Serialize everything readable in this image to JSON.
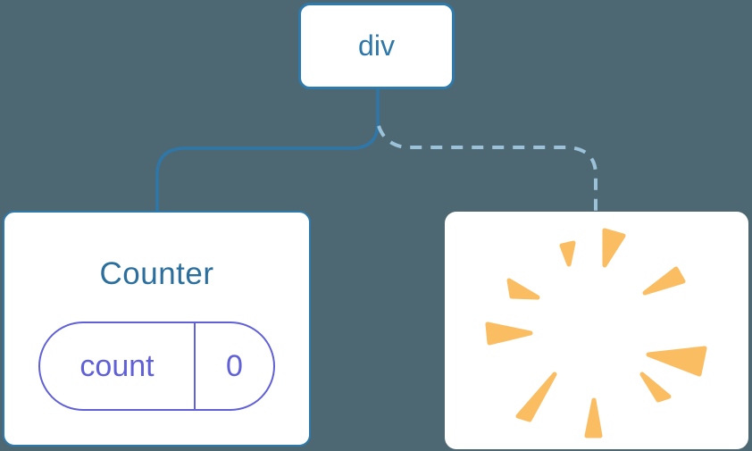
{
  "canvas": {
    "background": "#4d6873"
  },
  "tree": {
    "root_node": {
      "label": "div"
    },
    "counter_node": {
      "title": "Counter",
      "state_pill": {
        "key": "count",
        "value": "0"
      }
    },
    "removed_node": {
      "icon": "poof-icon"
    },
    "edges": [
      {
        "from": "div",
        "to": "Counter",
        "style": "solid",
        "color": "#2e77a8"
      },
      {
        "from": "div",
        "to": "removed",
        "style": "dashed",
        "color": "#9cc2d9"
      }
    ]
  },
  "colors": {
    "background": "#4d6873",
    "node_background": "#ffffff",
    "node_border": "#2e7aad",
    "root_label_text": "#2e77a8",
    "counter_title_text": "#2b6f9e",
    "state_purple": "#6060d8",
    "poof_orange": "#fabd62",
    "solid_edge": "#2e77a8",
    "dashed_edge": "#9cc2d9"
  }
}
